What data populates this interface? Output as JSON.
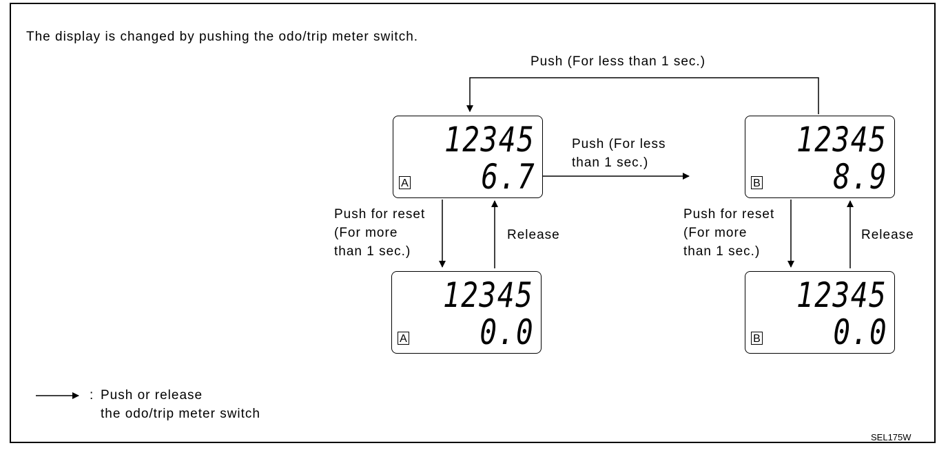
{
  "caption": "The display is changed by pushing the odo/trip meter switch.",
  "top_arrow_label": "Push (For less than 1 sec.)",
  "middle_arrow_label": "Push (For less\nthan 1 sec.)",
  "reset_label_left": "Push for reset\n(For more\nthan 1 sec.)",
  "reset_label_right": "Push for reset\n(For more\nthan 1 sec.)",
  "release_label_left": "Release",
  "release_label_right": "Release",
  "displays": {
    "a_top": {
      "odo": "12345",
      "trip": "6.7",
      "badge": "A"
    },
    "b_top": {
      "odo": "12345",
      "trip": "8.9",
      "badge": "B"
    },
    "a_bottom": {
      "odo": "12345",
      "trip": "0.0",
      "badge": "A"
    },
    "b_bottom": {
      "odo": "12345",
      "trip": "0.0",
      "badge": "B"
    }
  },
  "legend": {
    "symbol_text": ":",
    "text": "Push or release\nthe odo/trip meter switch"
  },
  "figure_code": "SEL175W"
}
